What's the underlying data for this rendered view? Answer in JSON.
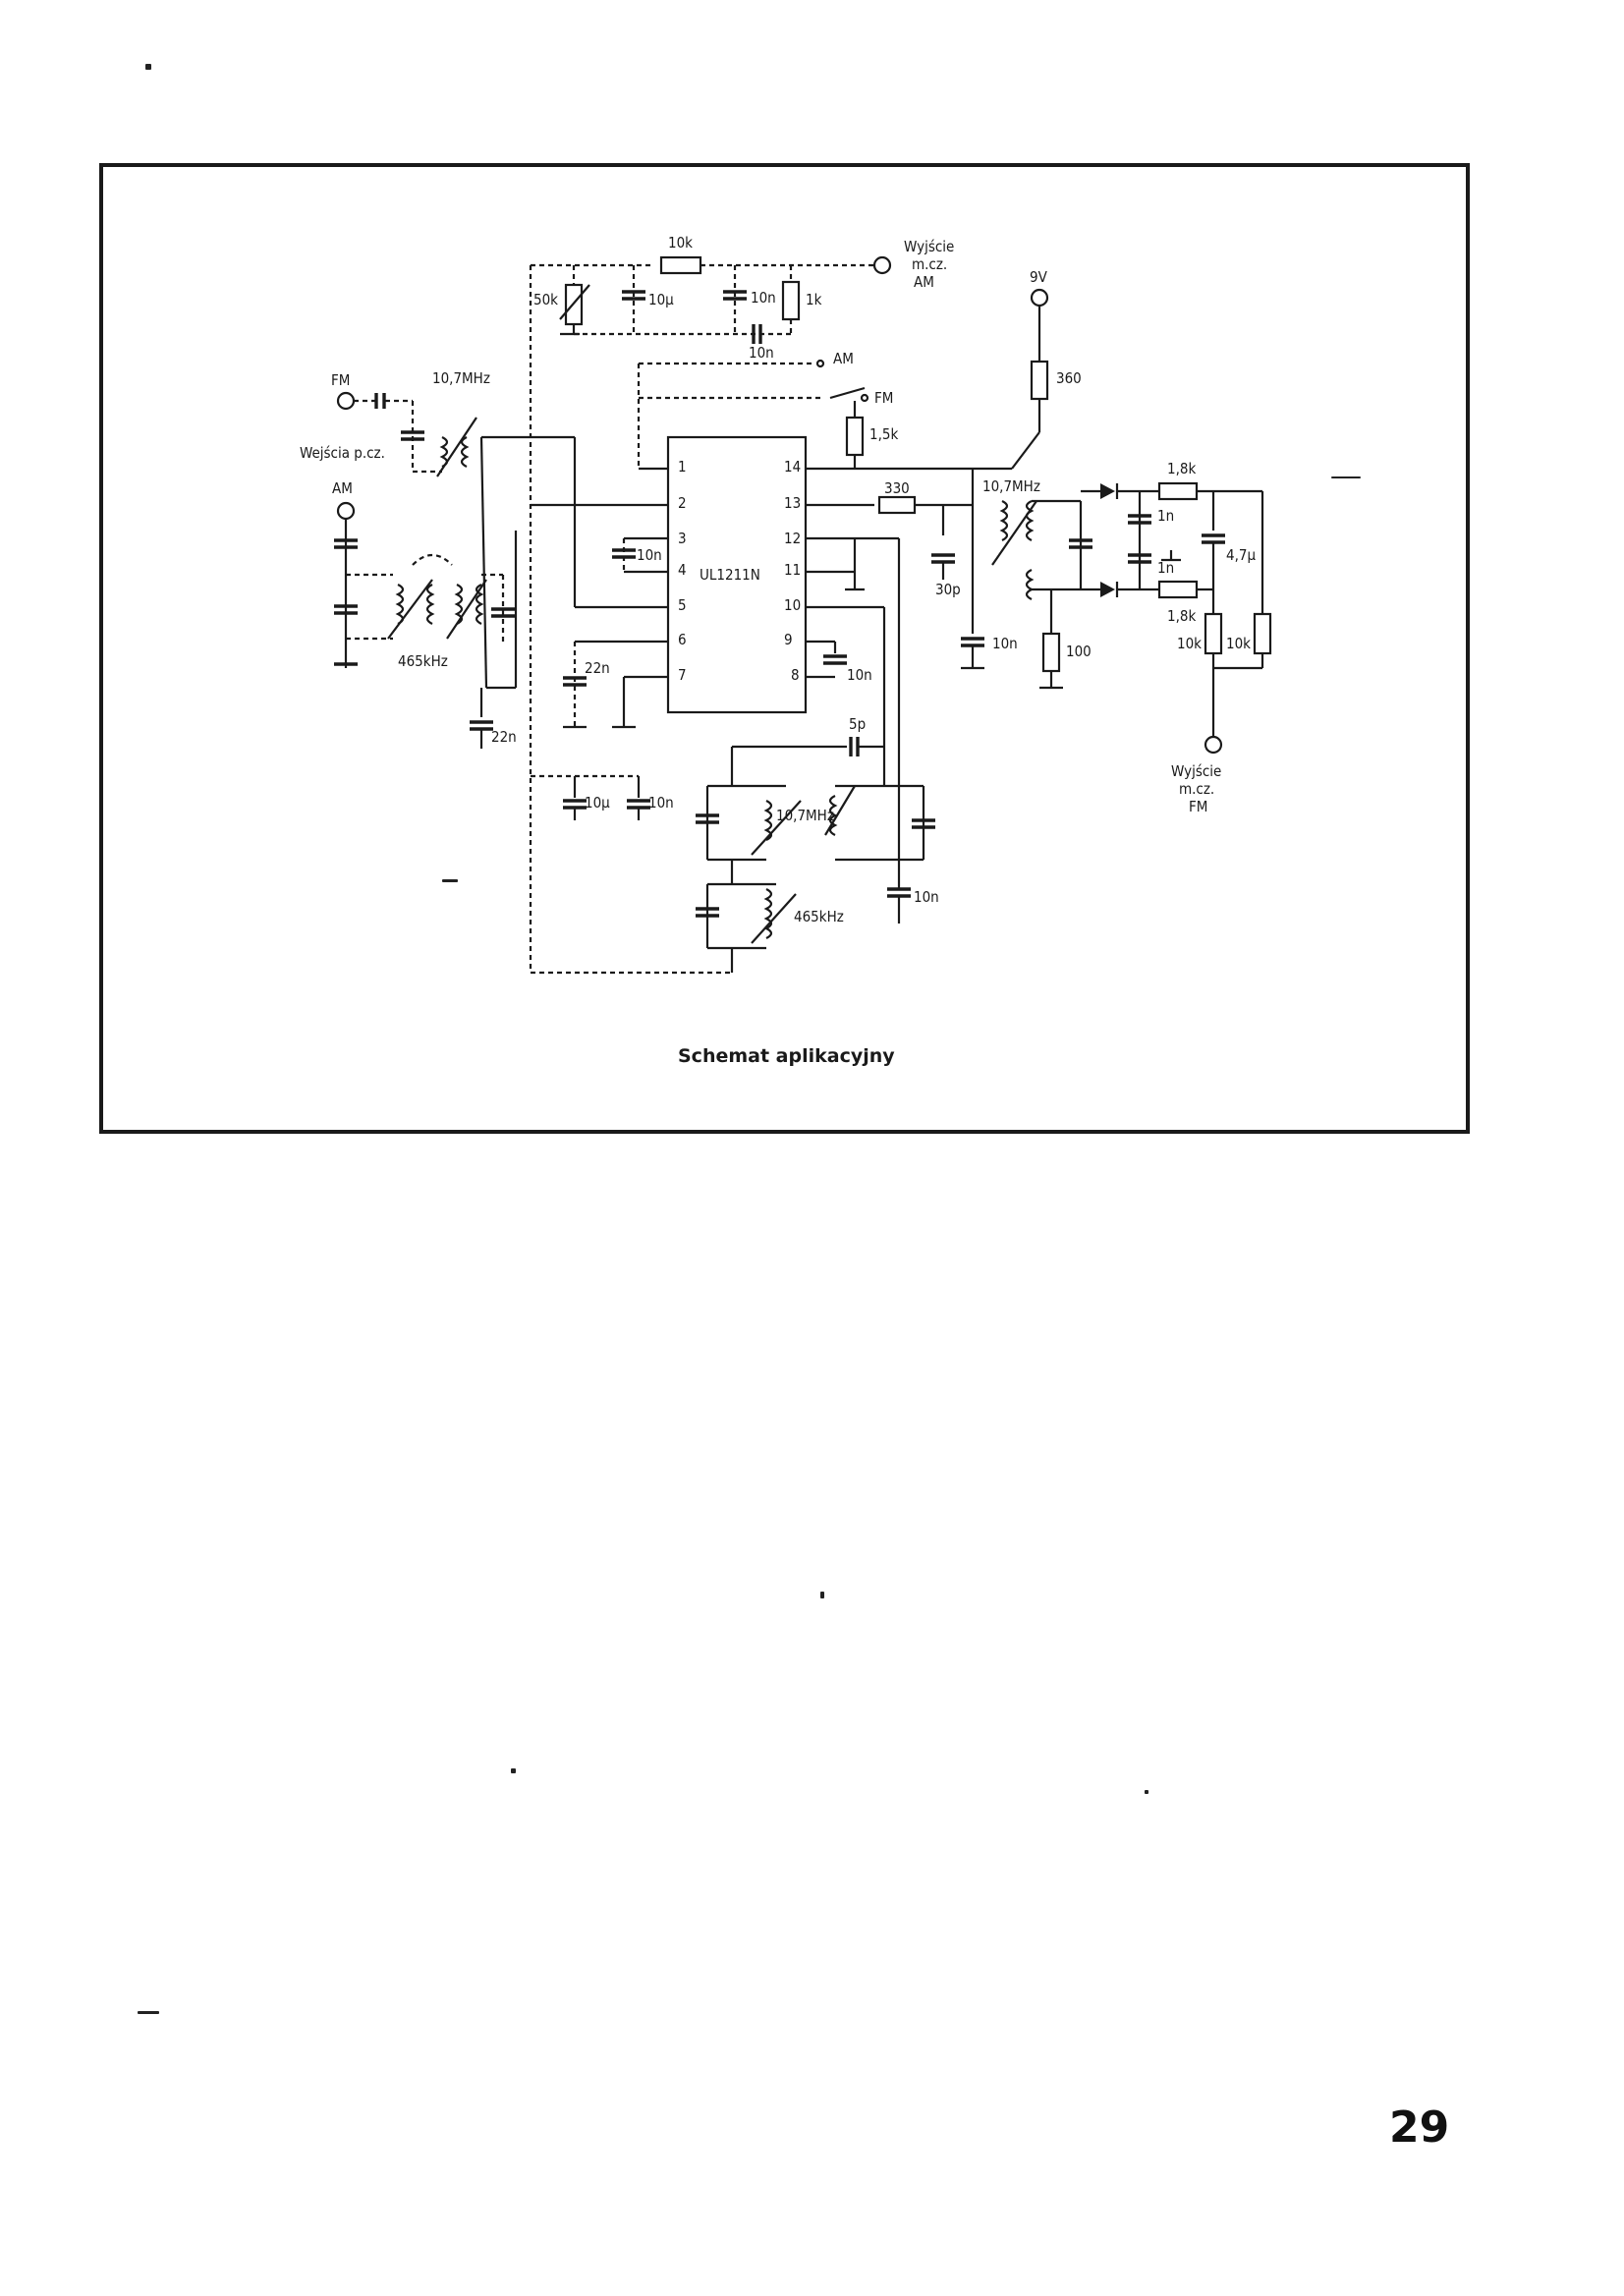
{
  "schematic": {
    "ic_name": "UL1211N",
    "pins_left": [
      "1",
      "2",
      "3",
      "4",
      "5",
      "6",
      "7"
    ],
    "pins_right": [
      "14",
      "13",
      "12",
      "11",
      "10",
      "9",
      "8"
    ],
    "labels": {
      "fm_in": "FM",
      "am_in": "AM",
      "if_input": "Wejścia p.cz.",
      "freq_fm_in": "10,7MHz",
      "freq_am_in": "465kHz",
      "c_22n_in": "22n",
      "r_10k_top": "10k",
      "r_50k": "50k",
      "c_10u_top": "10µ",
      "c_10n_top": "10n",
      "r_1k": "1k",
      "c_10n_top2": "10n",
      "out_am_1": "Wyjście",
      "out_am_2": "m.cz.",
      "out_am_3": "AM",
      "sw_am": "AM",
      "sw_fm": "FM",
      "r_1k5": "1,5k",
      "vcc": "9V",
      "r_360": "360",
      "c_10n_p3": "10n",
      "c_22n_p6": "22n",
      "r_330": "330",
      "c_30p": "30p",
      "c_10n_demod": "10n",
      "freq_fm_demod": "10,7MHz",
      "r_100": "100",
      "r_1k8_top": "1,8k",
      "r_1k8_bot": "1,8k",
      "c_1n_a": "1n",
      "c_1n_b": "1n",
      "c_4u7": "4,7µ",
      "r_10k_a": "10k",
      "r_10k_b": "10k",
      "out_fm_1": "Wyjście",
      "out_fm_2": "m.cz.",
      "out_fm_3": "FM",
      "c_10n_p9": "10n",
      "c_5p": "5p",
      "c_10u_bot": "10µ",
      "c_10n_bot": "10n",
      "freq_fm_osc": "10,7MHz",
      "freq_am_osc": "465kHz",
      "c_10n_osc": "10n"
    }
  },
  "caption": "Schemat aplikacyjny",
  "page_number": "29"
}
